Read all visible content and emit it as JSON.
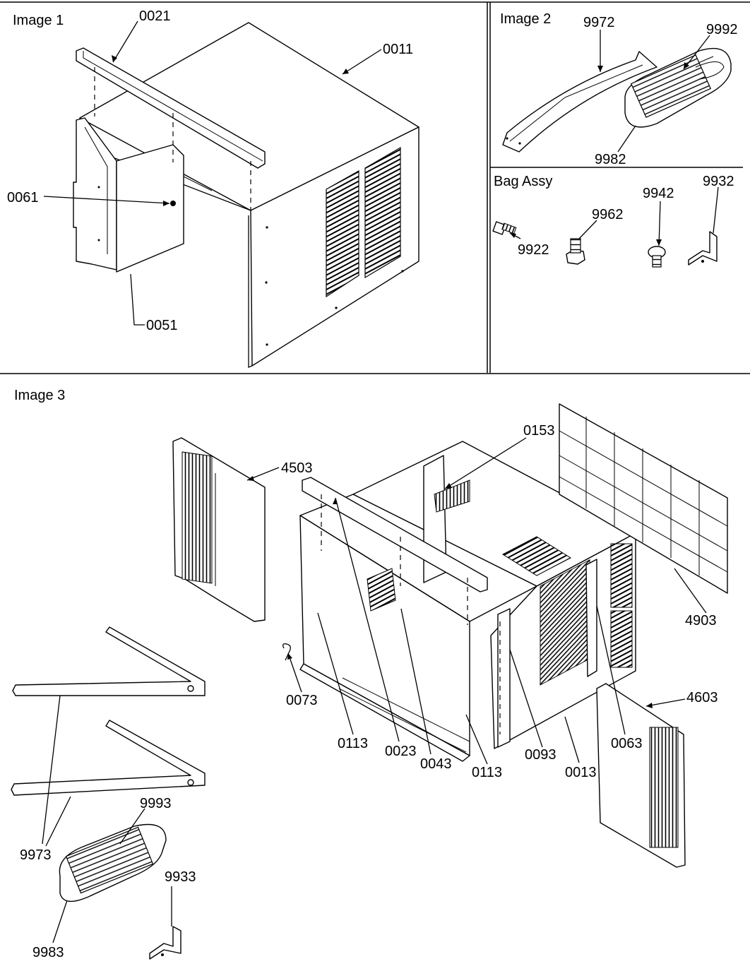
{
  "sections": {
    "image1": "Image 1",
    "image2": "Image 2",
    "bag_assy": "Bag Assy",
    "image3": "Image 3"
  },
  "callouts": {
    "p0021": "0021",
    "p0011": "0011",
    "p0061": "0061",
    "p0051": "0051",
    "p9972": "9972",
    "p9992": "9992",
    "p9982": "9982",
    "p9922": "9922",
    "p9962": "9962",
    "p9942": "9942",
    "p9932": "9932",
    "p0153": "0153",
    "p4503": "4503",
    "p4903": "4903",
    "p4603": "4603",
    "p0073": "0073",
    "p0113a": "0113",
    "p0023": "0023",
    "p0043": "0043",
    "p0113b": "0113",
    "p0093": "0093",
    "p0013": "0013",
    "p0063": "0063",
    "p9973": "9973",
    "p9993": "9993",
    "p9933": "9933",
    "p9983": "9983"
  }
}
